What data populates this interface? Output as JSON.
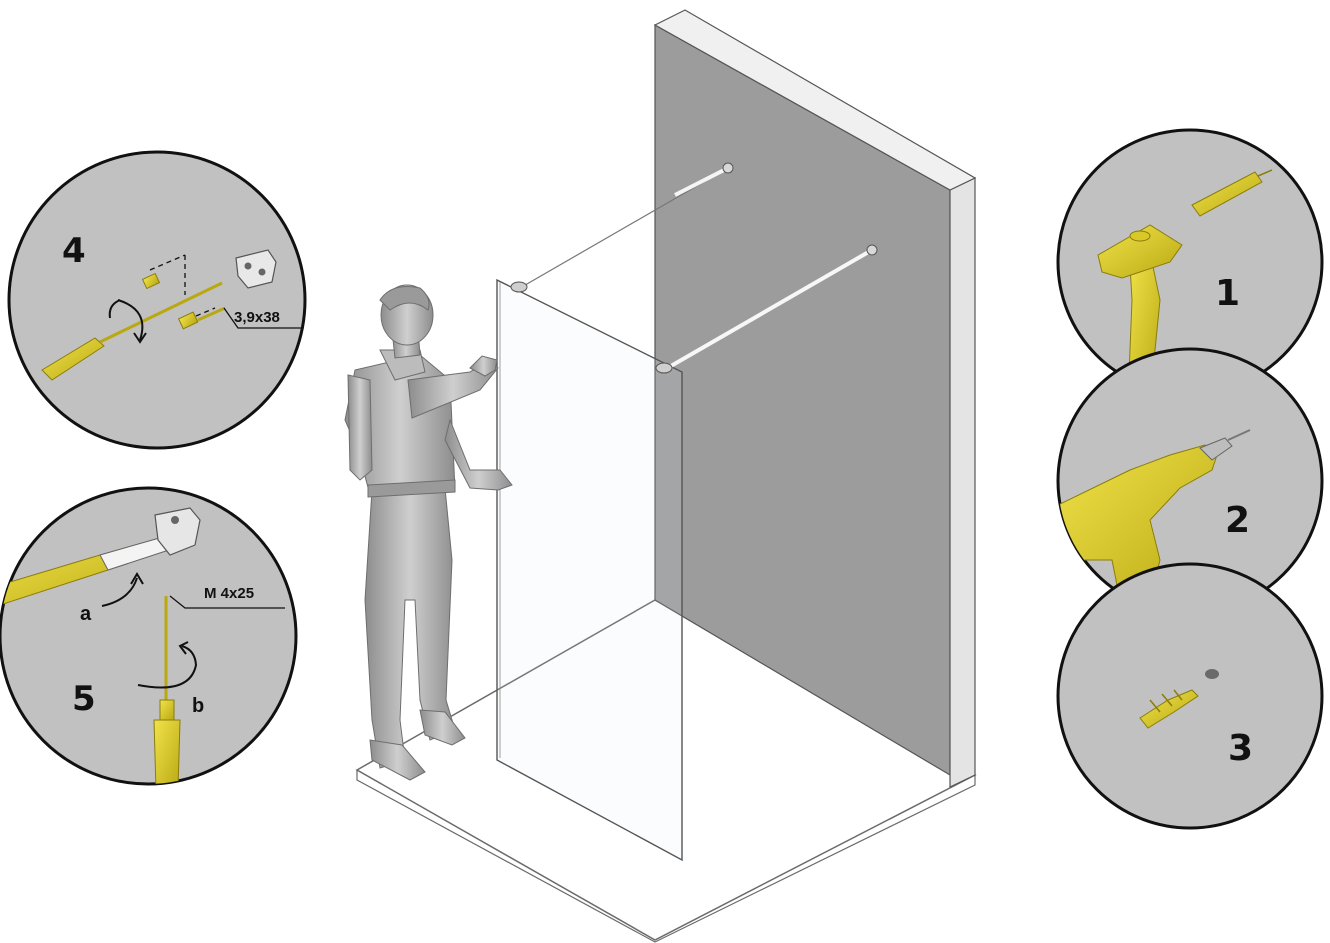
{
  "steps": {
    "s1": {
      "number": "1",
      "tool": "hammer-icon"
    },
    "s2": {
      "number": "2",
      "tool": "drill-icon"
    },
    "s3": {
      "number": "3",
      "tool": "wall-plug-icon"
    },
    "s4": {
      "number": "4",
      "tool": "screwdriver-icon",
      "screw_label": "3,9x38"
    },
    "s5": {
      "number": "5",
      "tool": "screwdriver-icon",
      "screw_label": "M 4x25",
      "label_a": "a",
      "label_b": "b"
    }
  },
  "colors": {
    "tool_yellow": "#e6d21a",
    "tool_yellow_dark": "#a89a10",
    "circle_fill": "#bdbdbd",
    "wall": "#9a9a9a",
    "wall_edge": "#dcdcdc",
    "figure": "#a9a9a9",
    "line": "#555555"
  }
}
